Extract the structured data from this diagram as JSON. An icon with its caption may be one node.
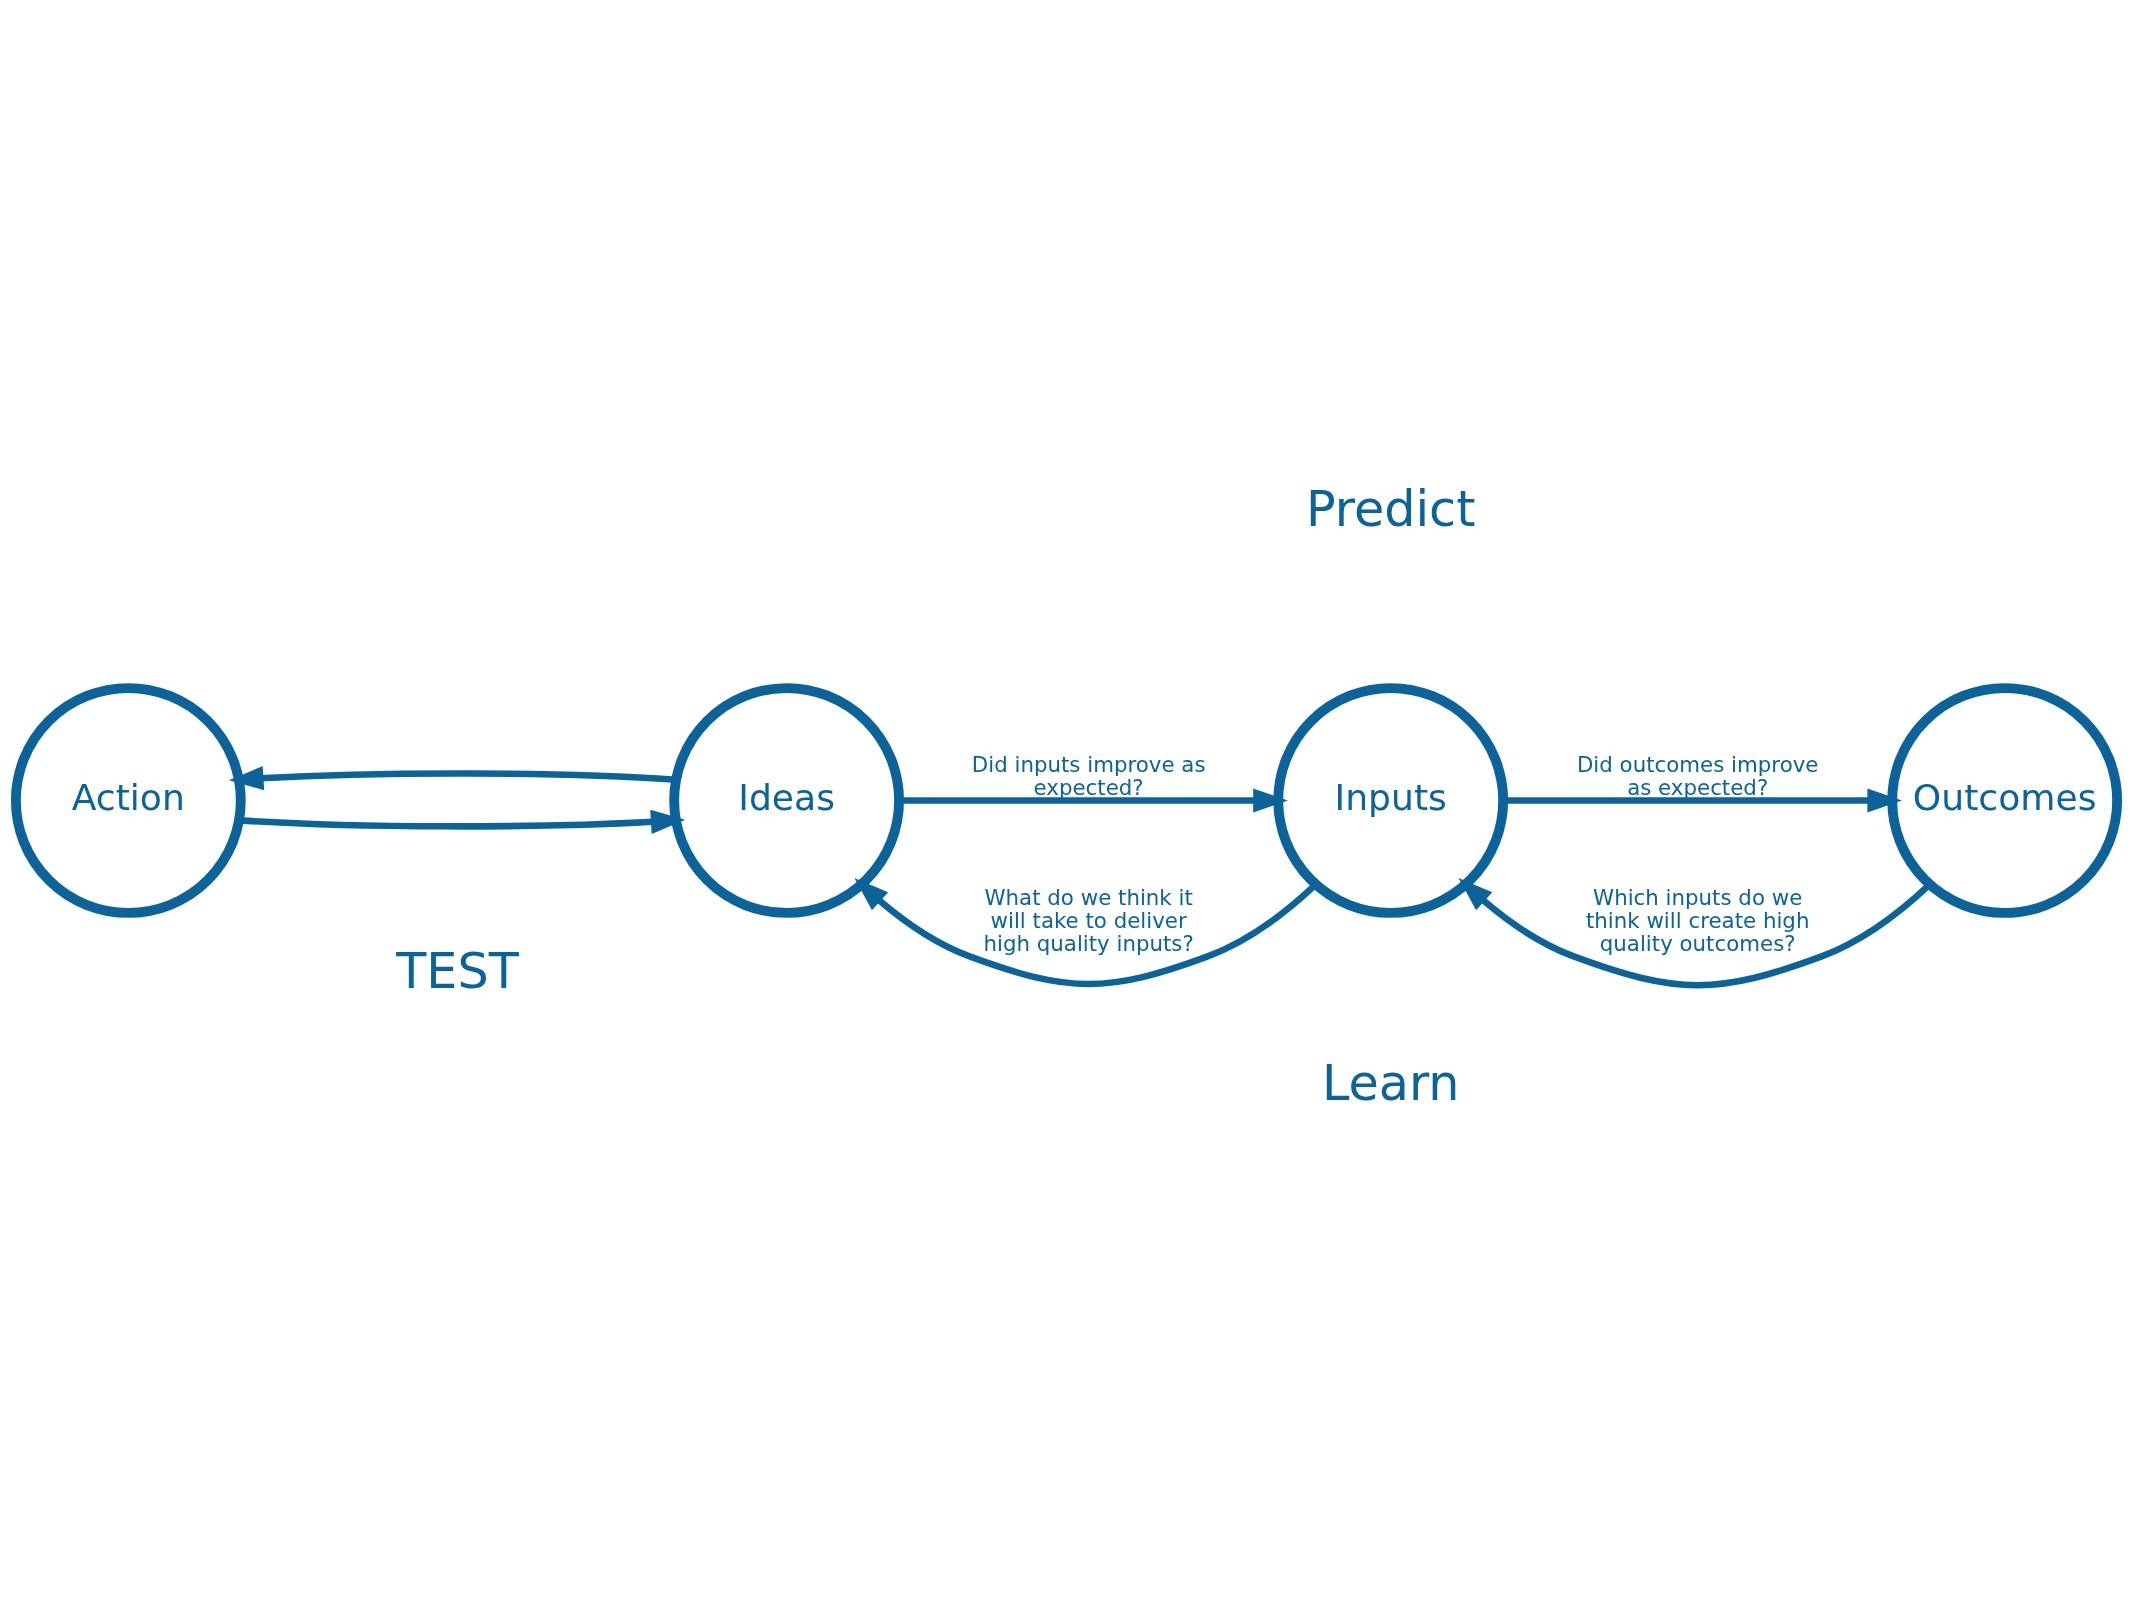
{
  "diagram": {
    "nodes": [
      {
        "text": [
          "Action"
        ]
      },
      {
        "text": [
          "Ideas"
        ]
      },
      {
        "text": [
          "Inputs"
        ]
      },
      {
        "text": [
          "Outcomes"
        ]
      }
    ],
    "edges": [
      {
        "from": 1,
        "to": 0,
        "arrow": "to"
      },
      {
        "from": 2,
        "to": 1,
        "arrow": "to",
        "label": "What do we think it will take to deliver high quality inputs?"
      },
      {
        "from": 3,
        "to": 2,
        "arrow": "to",
        "label": "Which inputs do we think will create high quality outcomes?"
      },
      {
        "from": 0,
        "to": 1,
        "arrow": "to"
      },
      {
        "from": 1,
        "to": 2,
        "arrow": "to",
        "label": "Did inputs improve as expected?"
      },
      {
        "from": 2,
        "to": 3,
        "arrow": "to",
        "label": "Did outcomes improve as expected?"
      }
    ],
    "labels": [
      "Predict",
      "TEST",
      "Learn"
    ]
  }
}
